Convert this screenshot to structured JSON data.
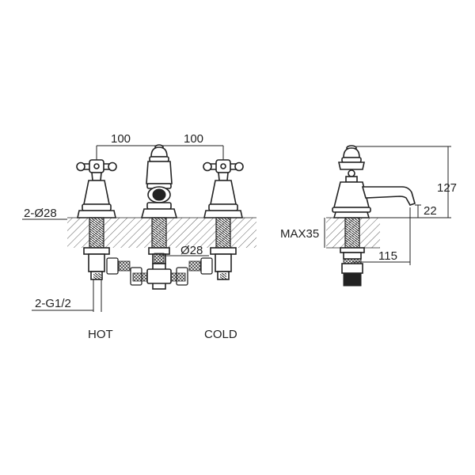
{
  "dimensions": {
    "spacing_left": "100",
    "spacing_right": "100",
    "deck_hole_diameter": "2-Ø28",
    "center_hole_diameter": "Ø28",
    "inlet_thread": "2-G1/2",
    "height": "127",
    "spout_height": "22",
    "max_deck_thickness": "MAX35",
    "spout_reach": "115"
  },
  "labels": {
    "hot": "HOT",
    "cold": "COLD"
  }
}
